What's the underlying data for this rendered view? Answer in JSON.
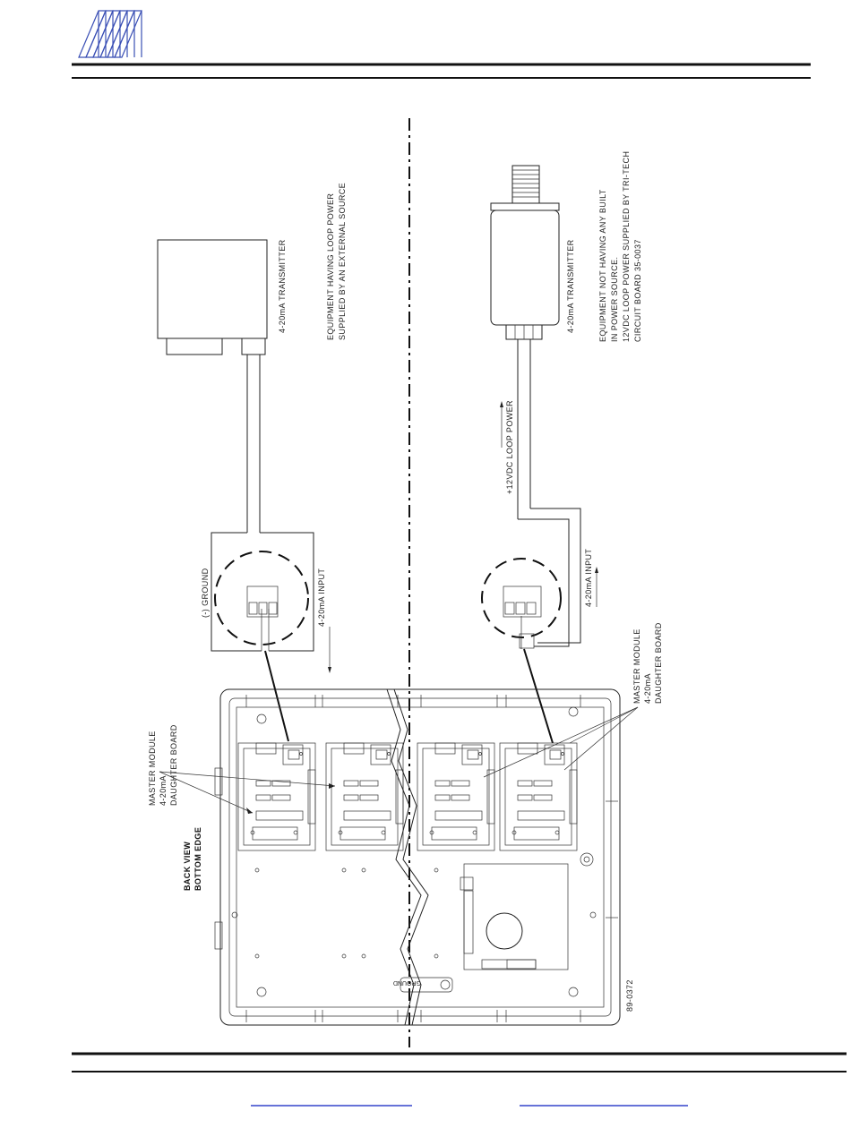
{
  "header": {
    "logo_icon": "stacked-parallelogram-logo-icon",
    "logo_color": "#3a4fb5"
  },
  "left": {
    "transmitter_label": "4-20mA TRANSMITTER",
    "note_line1": "EQUIPMENT HAVING LOOP POWER",
    "note_line2": "SUPPLIED BY AN EXTERNAL SOURCE",
    "ground_label": "(-) GROUND",
    "input_label": "4-20mA INPUT"
  },
  "right": {
    "transmitter_label": "4-20mA TRANSMITTER",
    "note_line1": "EQUIPMENT NOT HAVING ANY BUILT",
    "note_line2": "IN POWER SOURCE.",
    "note_line3": "12VDC LOOP POWER SUPPLIED BY TRI-TECH",
    "note_line4": "CIRCUIT BOARD 35-0037",
    "loop_power_label": "+12VDC LOOP POWER",
    "input_label": "4-20mA INPUT"
  },
  "panel": {
    "view_line1": "BACK VIEW",
    "view_line2": "BOTTOM EDGE",
    "callout_left_line1": "MASTER MODULE",
    "callout_left_line2": "4-20mA",
    "callout_left_line3": "DAUGHTER BOARD",
    "callout_right_line1": "MASTER MODULE",
    "callout_right_line2": "4-20mA",
    "callout_right_line3": "DAUGHTER BOARD",
    "ground_tag": "GROUND",
    "drawing_number": "89-0372"
  },
  "footer": {
    "link_color": "#3344cc"
  }
}
